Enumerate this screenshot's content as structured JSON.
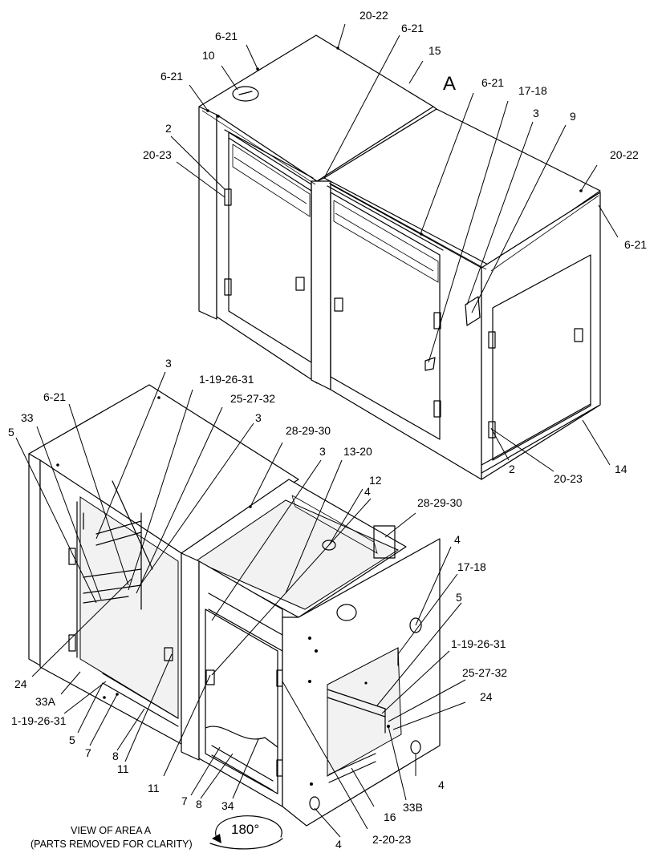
{
  "view_marker": "A",
  "callouts": [
    {
      "id": "c01",
      "text": "20-22"
    },
    {
      "id": "c02",
      "text": "6-21"
    },
    {
      "id": "c03",
      "text": "6-21"
    },
    {
      "id": "c04",
      "text": "15"
    },
    {
      "id": "c05",
      "text": "10"
    },
    {
      "id": "c06",
      "text": "6-21"
    },
    {
      "id": "c07",
      "text": "6-21"
    },
    {
      "id": "c08",
      "text": "17-18"
    },
    {
      "id": "c09",
      "text": "3"
    },
    {
      "id": "c10",
      "text": "9"
    },
    {
      "id": "c11",
      "text": "2"
    },
    {
      "id": "c12",
      "text": "20-23"
    },
    {
      "id": "c13",
      "text": "20-22"
    },
    {
      "id": "c14",
      "text": "6-21"
    },
    {
      "id": "c15",
      "text": "2"
    },
    {
      "id": "c16",
      "text": "20-23"
    },
    {
      "id": "c17",
      "text": "14"
    },
    {
      "id": "c18",
      "text": "3"
    },
    {
      "id": "c19",
      "text": "1-19-26-31"
    },
    {
      "id": "c20",
      "text": "6-21"
    },
    {
      "id": "c21",
      "text": "25-27-32"
    },
    {
      "id": "c22",
      "text": "33"
    },
    {
      "id": "c23",
      "text": "3"
    },
    {
      "id": "c24",
      "text": "5"
    },
    {
      "id": "c25",
      "text": "28-29-30"
    },
    {
      "id": "c26",
      "text": "3"
    },
    {
      "id": "c27",
      "text": "13-20"
    },
    {
      "id": "c28",
      "text": "12"
    },
    {
      "id": "c29",
      "text": "4"
    },
    {
      "id": "c30",
      "text": "28-29-30"
    },
    {
      "id": "c31",
      "text": "4"
    },
    {
      "id": "c32",
      "text": "17-18"
    },
    {
      "id": "c33",
      "text": "5"
    },
    {
      "id": "c34",
      "text": "1-19-26-31"
    },
    {
      "id": "c35",
      "text": "25-27-32"
    },
    {
      "id": "c36",
      "text": "24"
    },
    {
      "id": "c37",
      "text": "24"
    },
    {
      "id": "c38",
      "text": "33A"
    },
    {
      "id": "c39",
      "text": "1-19-26-31"
    },
    {
      "id": "c40",
      "text": "5"
    },
    {
      "id": "c41",
      "text": "7"
    },
    {
      "id": "c42",
      "text": "8"
    },
    {
      "id": "c43",
      "text": "11"
    },
    {
      "id": "c44",
      "text": "11"
    },
    {
      "id": "c45",
      "text": "7"
    },
    {
      "id": "c46",
      "text": "8"
    },
    {
      "id": "c47",
      "text": "34"
    },
    {
      "id": "c48",
      "text": "4"
    },
    {
      "id": "c49",
      "text": "16"
    },
    {
      "id": "c50",
      "text": "33B"
    },
    {
      "id": "c51",
      "text": "4"
    },
    {
      "id": "c52",
      "text": "2-20-23"
    }
  ],
  "caption": {
    "line1": "VIEW OF AREA  A",
    "line2": "(PARTS REMOVED FOR CLARITY)",
    "rotation": "180°"
  }
}
